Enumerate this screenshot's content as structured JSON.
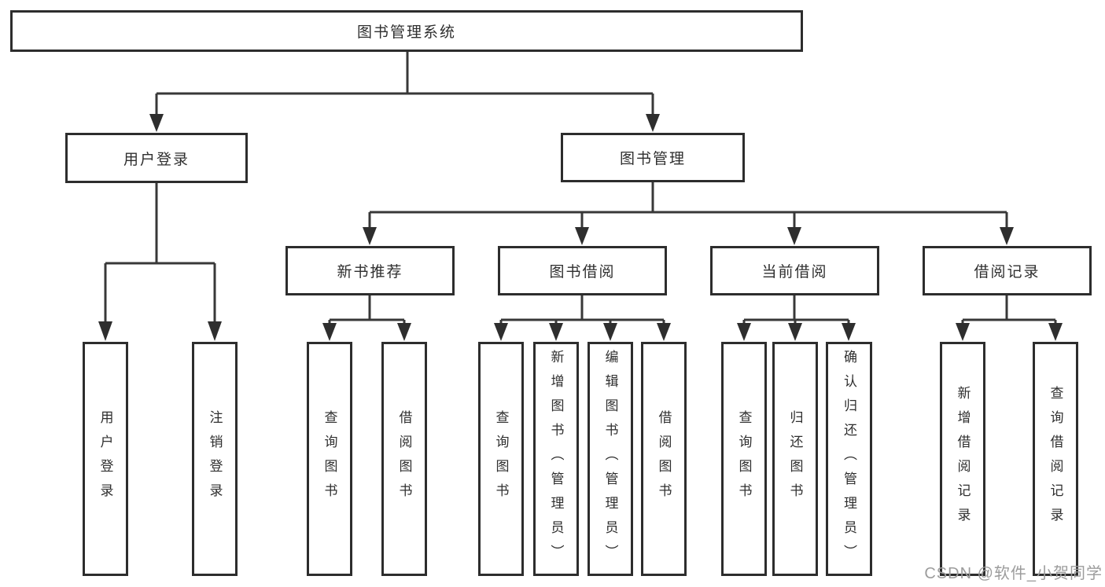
{
  "tree": {
    "root": "图书管理系统",
    "branches": [
      {
        "label": "用户登录",
        "children": [
          {
            "label": "用户登录"
          },
          {
            "label": "注销登录"
          }
        ]
      },
      {
        "label": "图书管理",
        "children": [
          {
            "label": "新书推荐",
            "children": [
              {
                "label": "查询图书"
              },
              {
                "label": "借阅图书"
              }
            ]
          },
          {
            "label": "图书借阅",
            "children": [
              {
                "label": "查询图书"
              },
              {
                "label": "新增图书（管理员）"
              },
              {
                "label": "编辑图书（管理员）"
              },
              {
                "label": "借阅图书"
              }
            ]
          },
          {
            "label": "当前借阅",
            "children": [
              {
                "label": "查询图书"
              },
              {
                "label": "归还图书"
              },
              {
                "label": "确认归还（管理员）"
              }
            ]
          },
          {
            "label": "借阅记录",
            "children": [
              {
                "label": "新增借阅记录"
              },
              {
                "label": "查询借阅记录"
              }
            ]
          }
        ]
      }
    ]
  },
  "watermark": "CSDN @软件_小贺同学",
  "colors": {
    "background": "#ffffff",
    "line": "#383838",
    "box_border": "#2d2d2d",
    "text": "#2f2f2f",
    "watermark": "#9c9c9c"
  }
}
